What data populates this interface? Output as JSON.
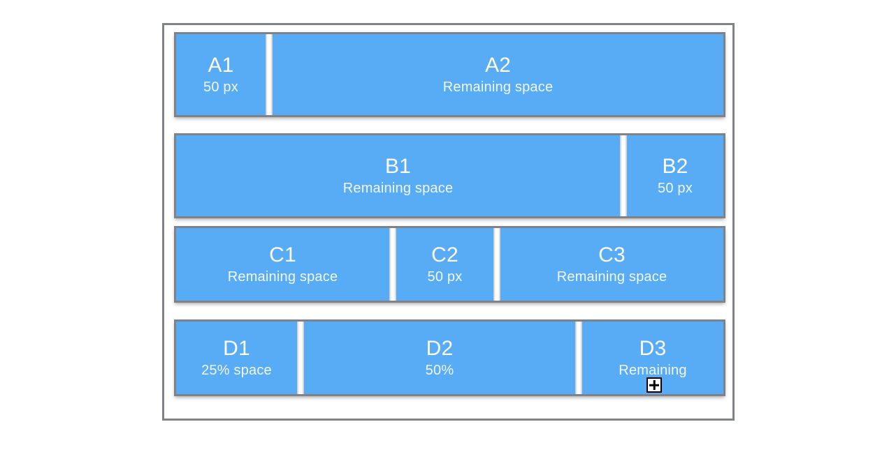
{
  "app": {
    "background_color": "#ffffff",
    "container_border_color": "#7f8387",
    "pane_color": "#58abf5",
    "splitter_color": "#ffffff",
    "text_color": "#ffffff"
  },
  "rows": [
    {
      "id": "A",
      "panes": [
        {
          "title": "A1",
          "sub": "50 px"
        },
        {
          "title": "A2",
          "sub": "Remaining space"
        }
      ]
    },
    {
      "id": "B",
      "panes": [
        {
          "title": "B1",
          "sub": "Remaining space"
        },
        {
          "title": "B2",
          "sub": "50 px"
        }
      ]
    },
    {
      "id": "C",
      "panes": [
        {
          "title": "C1",
          "sub": "Remaining space"
        },
        {
          "title": "C2",
          "sub": "50 px"
        },
        {
          "title": "C3",
          "sub": "Remaining space"
        }
      ]
    },
    {
      "id": "D",
      "panes": [
        {
          "title": "D1",
          "sub": "25% space"
        },
        {
          "title": "D2",
          "sub": "50%"
        },
        {
          "title": "D3",
          "sub": "Remaining"
        }
      ]
    }
  ],
  "cursor": {
    "icon": "plus-crosshair-cursor"
  }
}
